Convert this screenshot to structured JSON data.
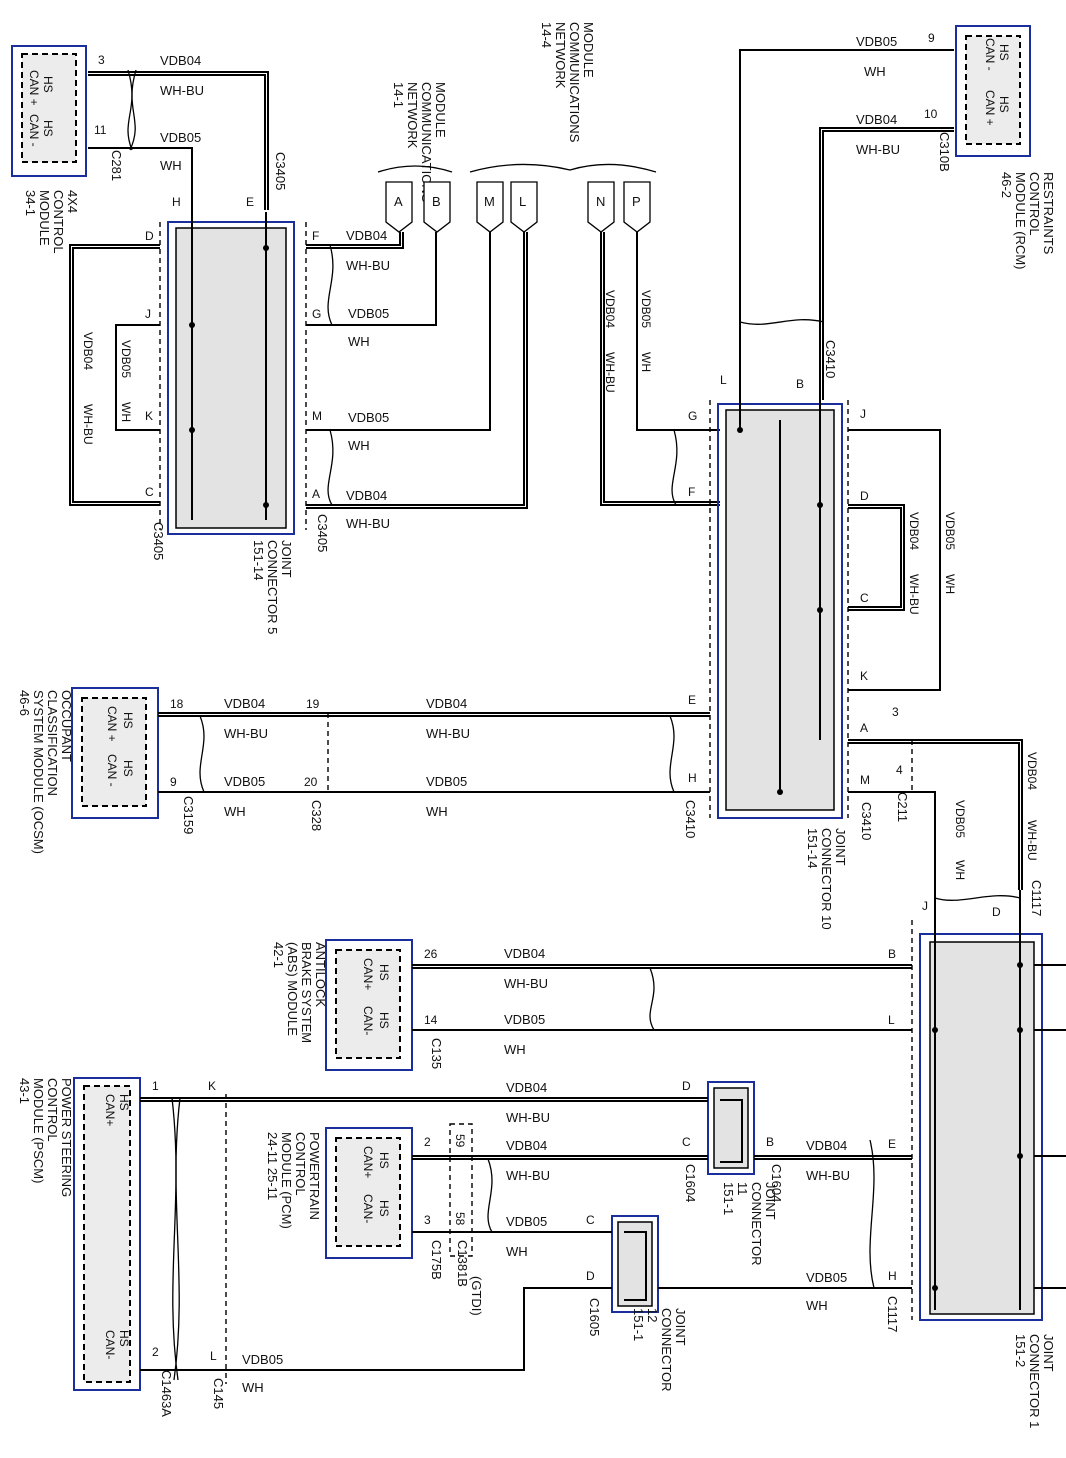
{
  "wire_colors": {
    "can_low_wire": "#000000",
    "can_high_wire": "#1f3fbf",
    "outline": "#1a2f9c"
  },
  "header": {
    "mcn_14_1": [
      "MODULE",
      "COMMUNICATIONS",
      "NETWORK",
      "14-1"
    ],
    "mcn_14_4": [
      "MODULE",
      "COMMUNICATIONS",
      "NETWORK",
      "14-4"
    ],
    "tags": [
      "A",
      "B",
      "M",
      "L",
      "N",
      "P"
    ]
  },
  "modules": {
    "x4_control": {
      "title": [
        "4X4",
        "CONTROL",
        "MODULE",
        "34-1"
      ],
      "labels": [
        "HS",
        "CAN +",
        "HS",
        "CAN -"
      ],
      "pins": [
        "3",
        "11"
      ],
      "connector": "C281"
    },
    "rcm": {
      "title": [
        "RESTRAINTS",
        "CONTROL",
        "MODULE (RCM)",
        "46-2"
      ],
      "labels": [
        "HS",
        "CAN -",
        "HS",
        "CAN +"
      ],
      "pins": [
        "9",
        "10"
      ],
      "connector": "C310B"
    },
    "ocsm": {
      "title": [
        "OCCUPANT",
        "CLASSIFICATION",
        "SYSTEM MODULE (OCSM)",
        "46-6"
      ],
      "labels": [
        "HS",
        "CAN +",
        "HS",
        "CAN -"
      ],
      "pins": [
        "18",
        "9"
      ],
      "connector": "C3159"
    },
    "abs": {
      "title": [
        "ANTILOCK",
        "BRAKE SYSTEM",
        "(ABS) MODULE",
        "42-1"
      ],
      "labels": [
        "HS",
        "CAN+",
        "HS",
        "CAN-"
      ],
      "pins": [
        "26",
        "14"
      ],
      "connector": "C135"
    },
    "pcm": {
      "title": [
        "POWERTRAIN",
        "CONTROL",
        "MODULE (PCM)",
        "24-11  25-11"
      ],
      "labels": [
        "HS",
        "CAN+",
        "HS",
        "CAN-"
      ],
      "pins": [
        "2",
        "3"
      ],
      "connector": "C175B",
      "extra_pins": [
        "59",
        "58"
      ],
      "extra_connector": "C1381B",
      "extra_note": "(GTDI)"
    },
    "pscm": {
      "title": [
        "POWER STEERING",
        "CONTROL",
        "MODULE (PSCM)",
        "43-1"
      ],
      "labels": [
        "HS",
        "CAN+",
        "HS",
        "CAN-"
      ],
      "pins": [
        "1",
        "2"
      ],
      "connector": "C1463A"
    }
  },
  "joint_connectors": {
    "jc5": {
      "title": [
        "JOINT",
        "CONNECTOR 5",
        "151-14"
      ],
      "left_pins": [
        "D",
        "J",
        "K",
        "C"
      ],
      "right_pins": [
        "F",
        "G",
        "M",
        "A"
      ],
      "top_pins": [
        "H",
        "E"
      ],
      "conn_top": "C3405",
      "conn_left": "C3405",
      "conn_right": "C3405"
    },
    "jc10": {
      "title": [
        "JOINT",
        "CONNECTOR 10",
        "151-14"
      ],
      "left_pins": [
        "G",
        "F",
        "E",
        "H"
      ],
      "right_pins": [
        "J",
        "D",
        "C",
        "K",
        "A",
        "M"
      ],
      "top_pins": [
        "L",
        "B"
      ],
      "connectors": [
        "C3410",
        "C3410",
        "C3410",
        "C211"
      ],
      "c211_pins": [
        "3",
        "4"
      ]
    },
    "jc1": {
      "title": [
        "JOINT",
        "CONNECTOR 1",
        "151-2"
      ],
      "left_pins": [
        "B",
        "L",
        "E",
        "H"
      ],
      "top_pins": [
        "J",
        "D"
      ],
      "connector": "C1117",
      "connector2": "C1117"
    },
    "jc11": {
      "title": [
        "JOINT",
        "CONNECTOR",
        "11",
        "151-1"
      ],
      "pins": [
        "D",
        "C",
        "B"
      ],
      "connectors": [
        "C1604",
        "C1604"
      ]
    },
    "jc12": {
      "title": [
        "JOINT",
        "CONNECTOR",
        "12",
        "151-1"
      ],
      "pins": [
        "C",
        "D"
      ],
      "connector": "C1605"
    }
  },
  "wires": {
    "can_high": "VDB04",
    "can_high_color": "WH-BU",
    "can_low": "VDB05",
    "can_low_color": "WH"
  },
  "misc": {
    "pscm_side_pins": [
      "K",
      "L"
    ],
    "pscm_conn": "C145",
    "ocsm_mid_pins": [
      "19",
      "20"
    ],
    "ocsm_mid_conn": "C328"
  }
}
